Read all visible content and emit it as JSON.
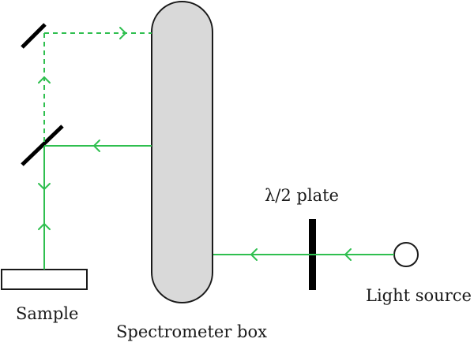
{
  "labels": {
    "sample": "Sample",
    "spectrometer": "Spectrometer box",
    "plate": "λ/2 plate",
    "light_source": "Light source"
  },
  "colors": {
    "beam": "#2fbf4f",
    "box_fill": "#d9d9d9",
    "outline": "#1a1a1a",
    "plate": "#000000"
  }
}
